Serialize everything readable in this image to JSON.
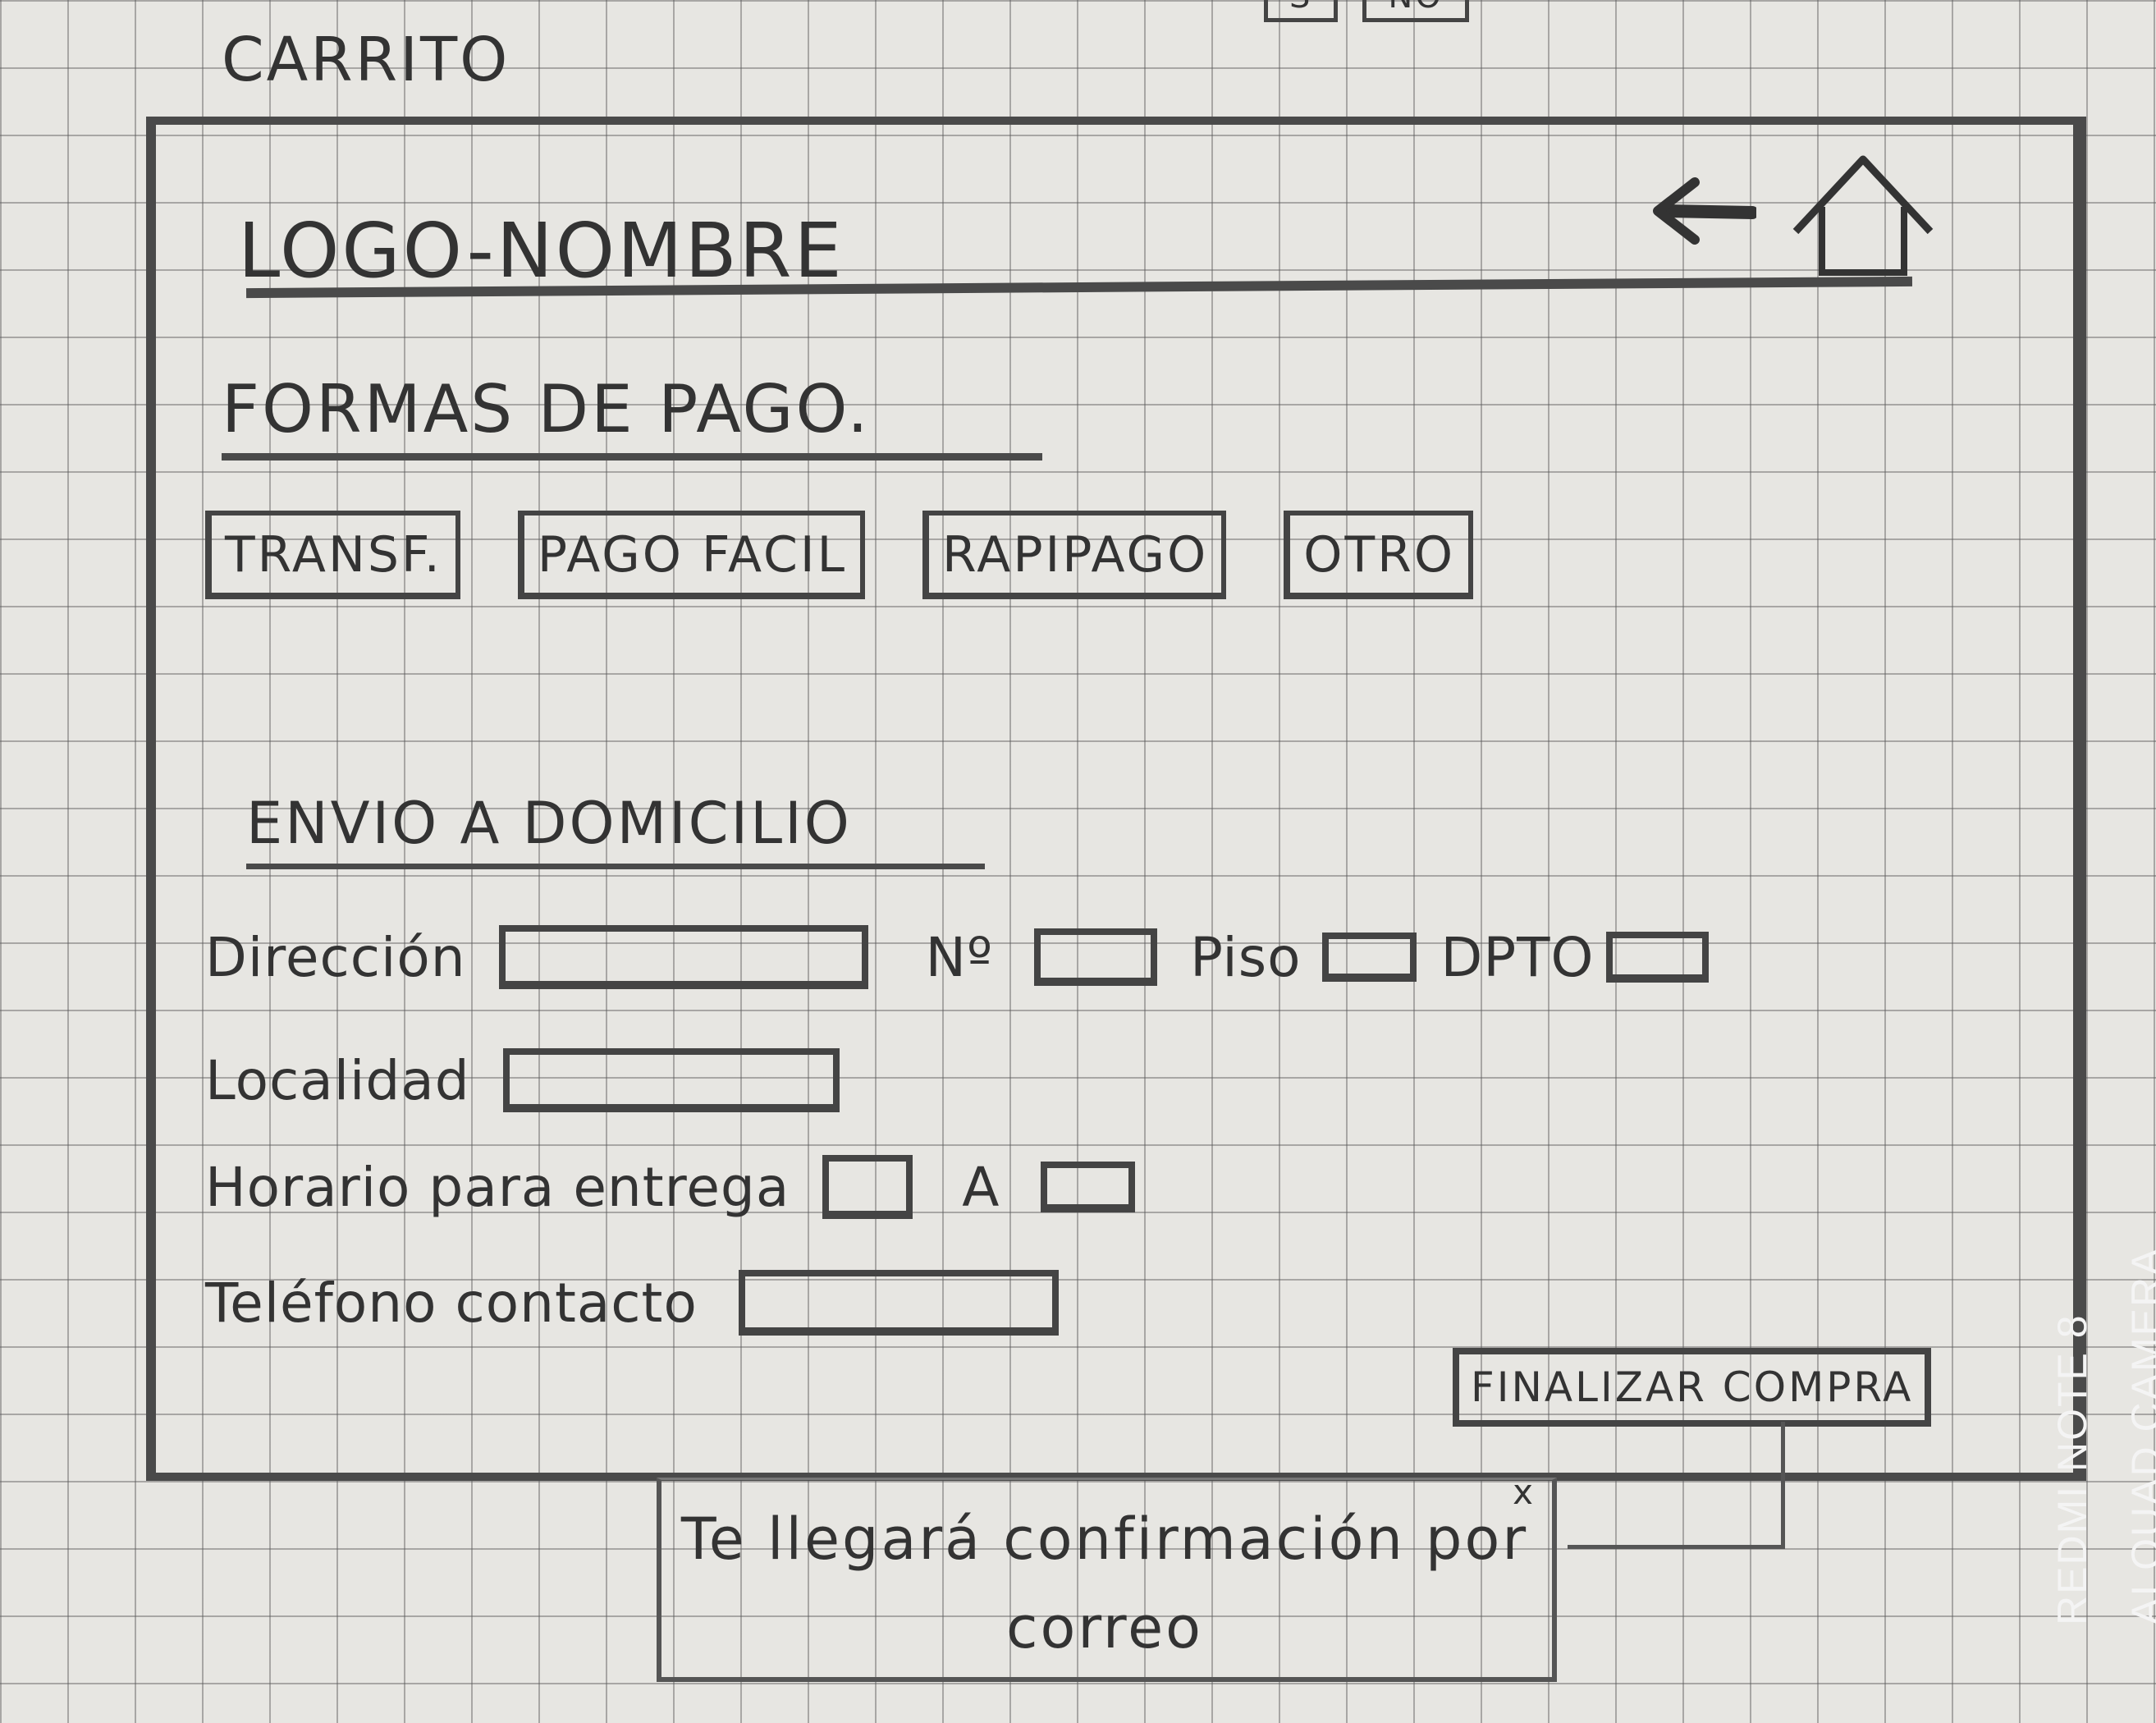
{
  "sketch_title": "CARRITO",
  "top_fragments": [
    "S",
    "NO"
  ],
  "header": {
    "logo_text": "LOGO-NOMBRE",
    "back_icon": "left-arrow-icon",
    "home_icon": "home-icon"
  },
  "payment": {
    "heading": "FORMAS DE PAGO.",
    "options": [
      "TRANSF.",
      "PAGO FACIL",
      "RAPIPAGO",
      "OTRO"
    ]
  },
  "shipping": {
    "heading": "ENVIO A DOMICILIO",
    "address_label": "Dirección",
    "number_label": "Nº",
    "floor_label": "Piso",
    "apartment_label": "DPTO",
    "locality_label": "Localidad",
    "schedule_label": "Horario para entrega",
    "schedule_separator": "A",
    "phone_label": "Teléfono contacto"
  },
  "finish_button_label": "FINALIZAR COMPRA",
  "confirmation_note": {
    "text": "Te llegará confirmación por correo",
    "close_mark": "x"
  },
  "watermark": {
    "line1": "REDMI NOTE 8",
    "line2": "AI QUAD CAMERA"
  },
  "colors": {
    "paper": "#e7e6e2",
    "grid": "#5a5a5a",
    "pencil": "#444444"
  }
}
